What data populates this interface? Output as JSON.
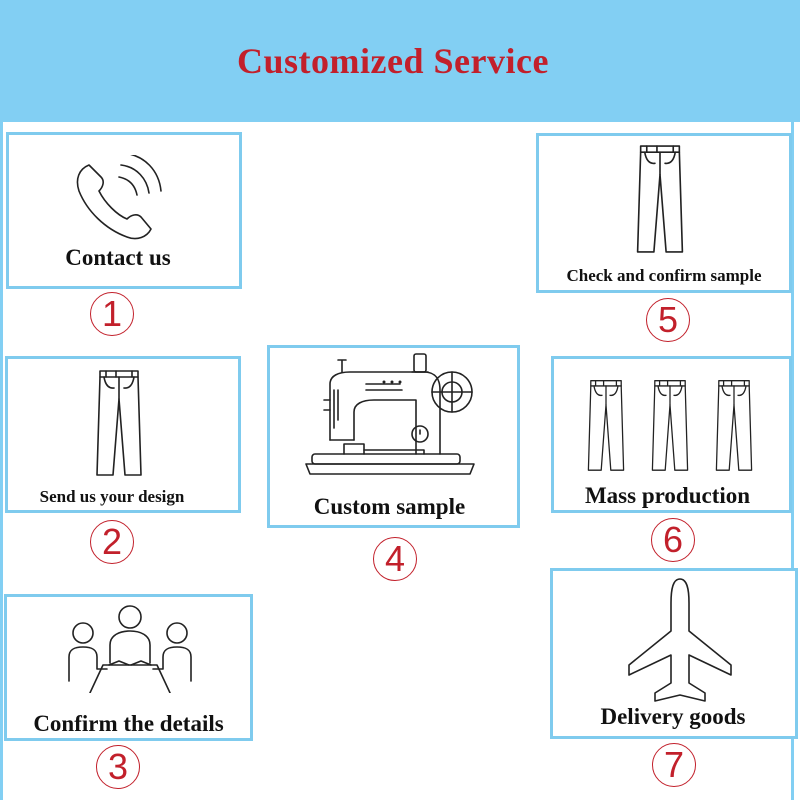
{
  "header": {
    "title": "Customized Service"
  },
  "steps": [
    {
      "number": "1",
      "label": "Contact us",
      "icon": "phone-icon"
    },
    {
      "number": "2",
      "label": "Send us your design",
      "icon": "pants-icon"
    },
    {
      "number": "3",
      "label": "Confirm the details",
      "icon": "meeting-icon"
    },
    {
      "number": "4",
      "label": "Custom sample",
      "icon": "sewing-machine-icon"
    },
    {
      "number": "5",
      "label": "Check and confirm sample",
      "icon": "pants-icon"
    },
    {
      "number": "6",
      "label": "Mass production",
      "icon": "pants-group-icon"
    },
    {
      "number": "7",
      "label": "Delivery goods",
      "icon": "airplane-icon"
    }
  ],
  "colors": {
    "banner": "#82cff3",
    "title": "#c2202b",
    "border": "#7fcbee",
    "number": "#c2202b"
  }
}
